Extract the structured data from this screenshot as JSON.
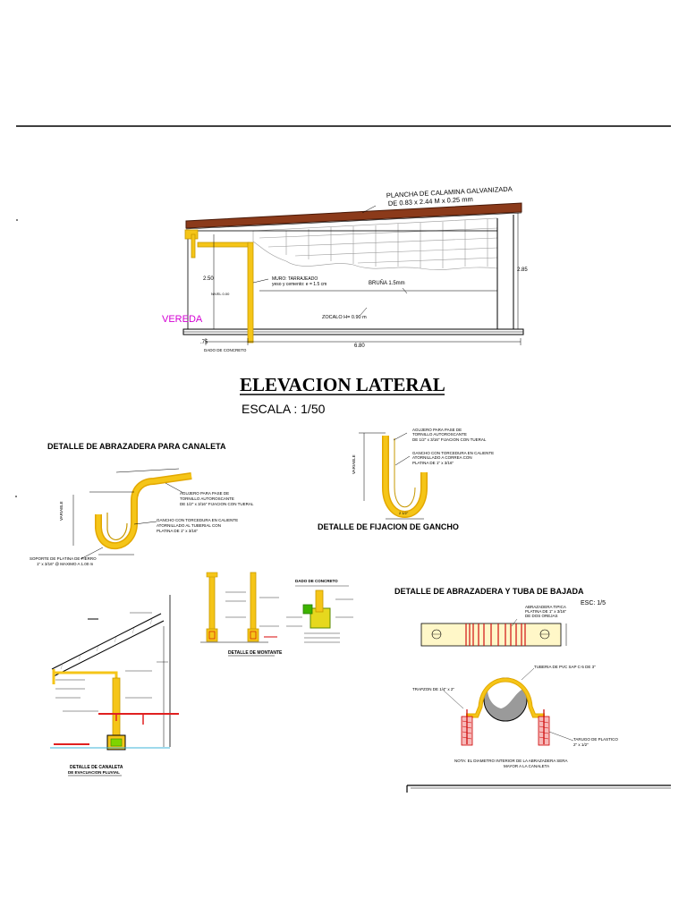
{
  "elevation": {
    "roof_note_line1": "PLANCHA DE CALAMINA GALVANIZADA",
    "roof_note_line2": "DE 0.83 x 2.44 M x 0.25 mm",
    "dim_height_left": "2.50",
    "dim_height_right": "2.85",
    "muro_line1": "MURO: TARRAJEADO",
    "muro_line2": "yeso y cemento: e = 1.5 cm",
    "bruna": "BRUÑA 1.5mm",
    "zocalo": "ZOCALO H= 0.90 m",
    "vereda": "VEREDA",
    "dim_left_bottom": ".75",
    "dim_length": "6.80",
    "dado": "DADO DE CONCRETO"
  },
  "title": {
    "main": "ELEVACION LATERAL",
    "scale": "ESCALA : 1/50"
  },
  "detail_abrazadera_canaleta": {
    "title": "DETALLE DE ABRAZADERA PARA CANALETA",
    "note1_line1": "AGUJERO PARA PASE DE",
    "note1_line2": "TORNILLO AUTOROSCANTE",
    "note1_line3": "DE 1/2\" x 3/16\" FIJACION CON TUERAL",
    "note2_line1": "GANCHO CON TORCEDURA EN CALIENTE",
    "note2_line2": "ATORNILLADO AL TUBERIAL CON",
    "note2_line3": "PLATINA DE 1\" x 3/16\"",
    "note3_line1": "SOPORTE DE PLATINA DE FIERRO",
    "note3_line2": "1\" x 3/16\" @ MAXIMO A 1.00 m"
  },
  "detail_gancho": {
    "title": "DETALLE DE FIJACION DE GANCHO",
    "note1_line1": "AGUJERO PARA PASE DE",
    "note1_line2": "TORNILLO AUTOROSCANTE",
    "note1_line3": "DE 1/2\" x 3/16\" FIJACION CON TUERAL",
    "note2_line1": "GANCHO CON TORCEDURA EN CALIENTE",
    "note2_line2": "ATORNILLADO A CORREA CON",
    "note2_line3": "PLATINA DE 1\" x 3/16\""
  },
  "detail_montante": {
    "title": "DETALLE DE MONTANTE",
    "dado_title": "DADO DE CONCRETO"
  },
  "detail_canaleta": {
    "title_line1": "DETALLE DE CANALETA",
    "title_line2": "DE EVACUACION PLUVIAL"
  },
  "detail_abrazadera_tuba": {
    "title": "DETALLE DE ABRAZADERA Y TUBA DE BAJADA",
    "scale": "ESC: 1/5",
    "note_abrazadera_line1": "ABRAZADERA TIPICA",
    "note_abrazadera_line2": "PLATINA DE 1\" x 3/16\"",
    "note_abrazadera_line3": "DE DOS OREJAS",
    "note_tuberia": "TUBERIA DE PVC SAP C-5 DE 3\"",
    "note_tornillo": "TRAPZON DE 1/4\" x 2\"",
    "note_tarugo_line1": "TARUGO DE PLASTICO",
    "note_tarugo_line2": "2\" x 1/2\"",
    "note_final_line1": "NOTA: EL DIAMETRO INTERIOR DE LA ABRAZADERA SERA",
    "note_final_line2": "MAYOR A LA CANALETA"
  }
}
